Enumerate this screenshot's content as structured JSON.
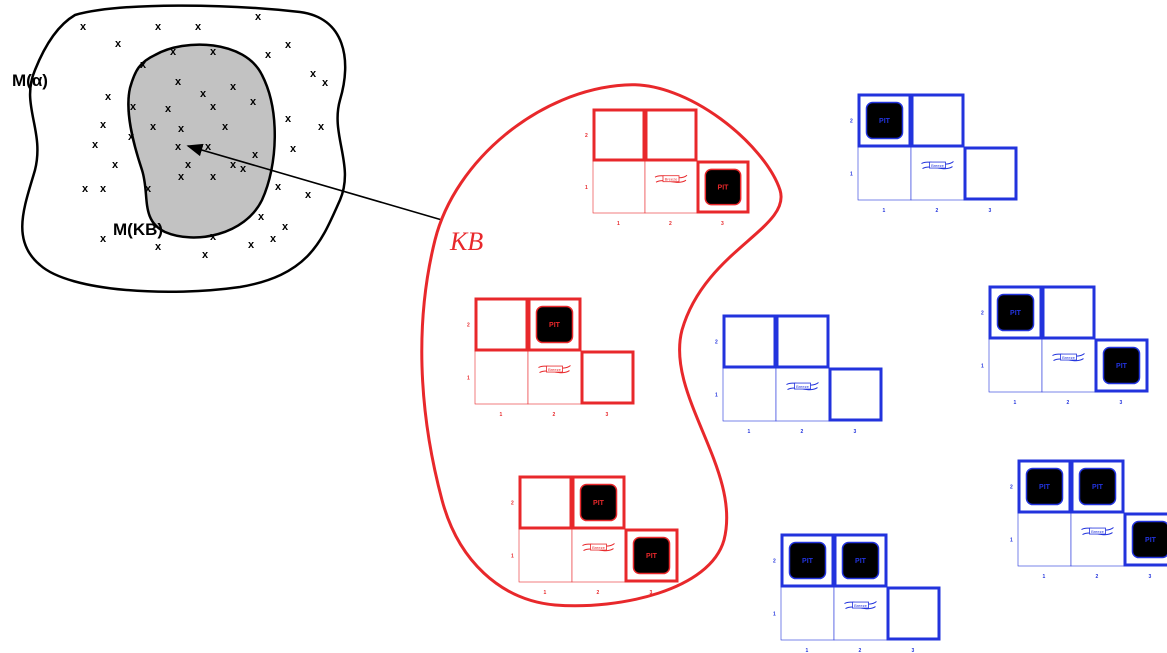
{
  "venn": {
    "outer_label": "M(α)",
    "inner_label": "M(KB)",
    "point_glyph": "x"
  },
  "kb": {
    "label": "KB",
    "color": "#e8282b"
  },
  "other_color": "#2233dd",
  "cells": {
    "pit_label": "PIT",
    "breeze_label": "Breeze",
    "row_ticks": [
      "2",
      "1"
    ],
    "col_ticks": [
      "1",
      "2",
      "3"
    ]
  },
  "worlds": [
    {
      "name": "kb-world-1",
      "in_kb": true,
      "pits": [
        "3,1"
      ]
    },
    {
      "name": "kb-world-2",
      "in_kb": true,
      "pits": [
        "2,2"
      ]
    },
    {
      "name": "kb-world-3",
      "in_kb": true,
      "pits": [
        "2,2",
        "3,1"
      ]
    },
    {
      "name": "world-4",
      "in_kb": false,
      "pits": [
        "1,2"
      ]
    },
    {
      "name": "world-5",
      "in_kb": false,
      "pits": []
    },
    {
      "name": "world-6",
      "in_kb": false,
      "pits": [
        "1,2",
        "3,1"
      ]
    },
    {
      "name": "world-7",
      "in_kb": false,
      "pits": [
        "1,2",
        "2,2",
        "3,1"
      ]
    },
    {
      "name": "world-8",
      "in_kb": false,
      "pits": [
        "1,2",
        "2,2"
      ]
    }
  ]
}
